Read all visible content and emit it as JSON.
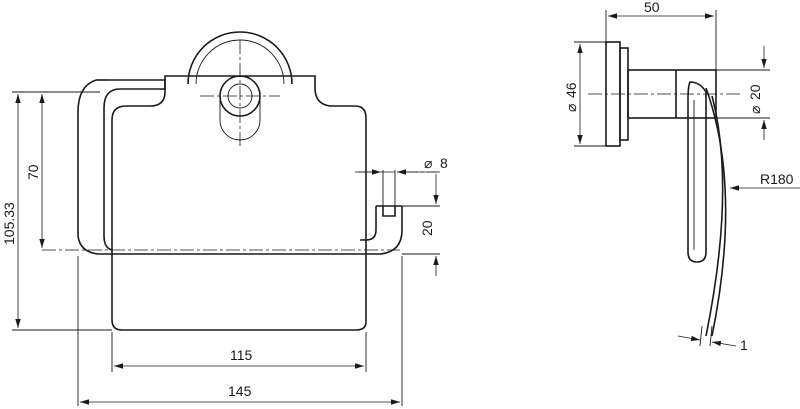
{
  "front_view": {
    "dimensions": {
      "height_total": "105.33",
      "height_arm": "70",
      "diameter_pin": "8",
      "pin_height": "20",
      "cover_width": "115",
      "total_width": "145"
    }
  },
  "side_view": {
    "dimensions": {
      "depth": "50",
      "diameter_base": "46",
      "diameter_arm": "20",
      "radius_cover": "R180",
      "thickness": "1"
    }
  },
  "symbols": {
    "diameter": "⌀"
  }
}
